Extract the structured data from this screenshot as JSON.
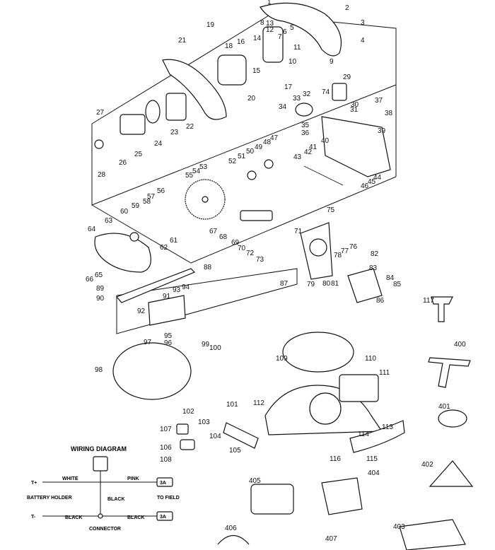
{
  "callouts": [
    "1",
    "2",
    "3",
    "4",
    "5",
    "6",
    "7",
    "8",
    "9",
    "10",
    "11",
    "12",
    "13",
    "14",
    "15",
    "16",
    "17",
    "18",
    "19",
    "20",
    "21",
    "22",
    "23",
    "24",
    "25",
    "26",
    "27",
    "28",
    "29",
    "30",
    "31",
    "32",
    "33",
    "34",
    "35",
    "36",
    "37",
    "38",
    "39",
    "40",
    "41",
    "42",
    "43",
    "44",
    "45",
    "46",
    "47",
    "48",
    "49",
    "50",
    "51",
    "52",
    "53",
    "54",
    "55",
    "56",
    "57",
    "58",
    "59",
    "60",
    "61",
    "62",
    "63",
    "64",
    "65",
    "66",
    "67",
    "68",
    "69",
    "70",
    "71",
    "72",
    "73",
    "74",
    "75",
    "76",
    "77",
    "78",
    "79",
    "80",
    "81",
    "82",
    "83",
    "84",
    "85",
    "86",
    "87",
    "88",
    "89",
    "90",
    "91",
    "92",
    "93",
    "94",
    "95",
    "96",
    "97",
    "98",
    "99",
    "100",
    "101",
    "102",
    "103",
    "104",
    "105",
    "106",
    "107",
    "108",
    "109",
    "110",
    "111",
    "112",
    "113",
    "114",
    "115",
    "116",
    "117",
    "400",
    "401",
    "402",
    "404",
    "405",
    "406",
    "407",
    "403"
  ],
  "wiring": {
    "title": "WIRING DIAGRAM",
    "white": "WHITE",
    "pink": "PINK",
    "black_center": "BLACK",
    "battery_holder": "BATTERY HOLDER",
    "to_field": "TO FIELD",
    "black_left": "BLACK",
    "black_right": "BLACK",
    "connector": "CONNECTOR",
    "sym_top": "T+",
    "sym_bottom": "T-",
    "box_top": "3A",
    "box_bottom": "3A"
  }
}
